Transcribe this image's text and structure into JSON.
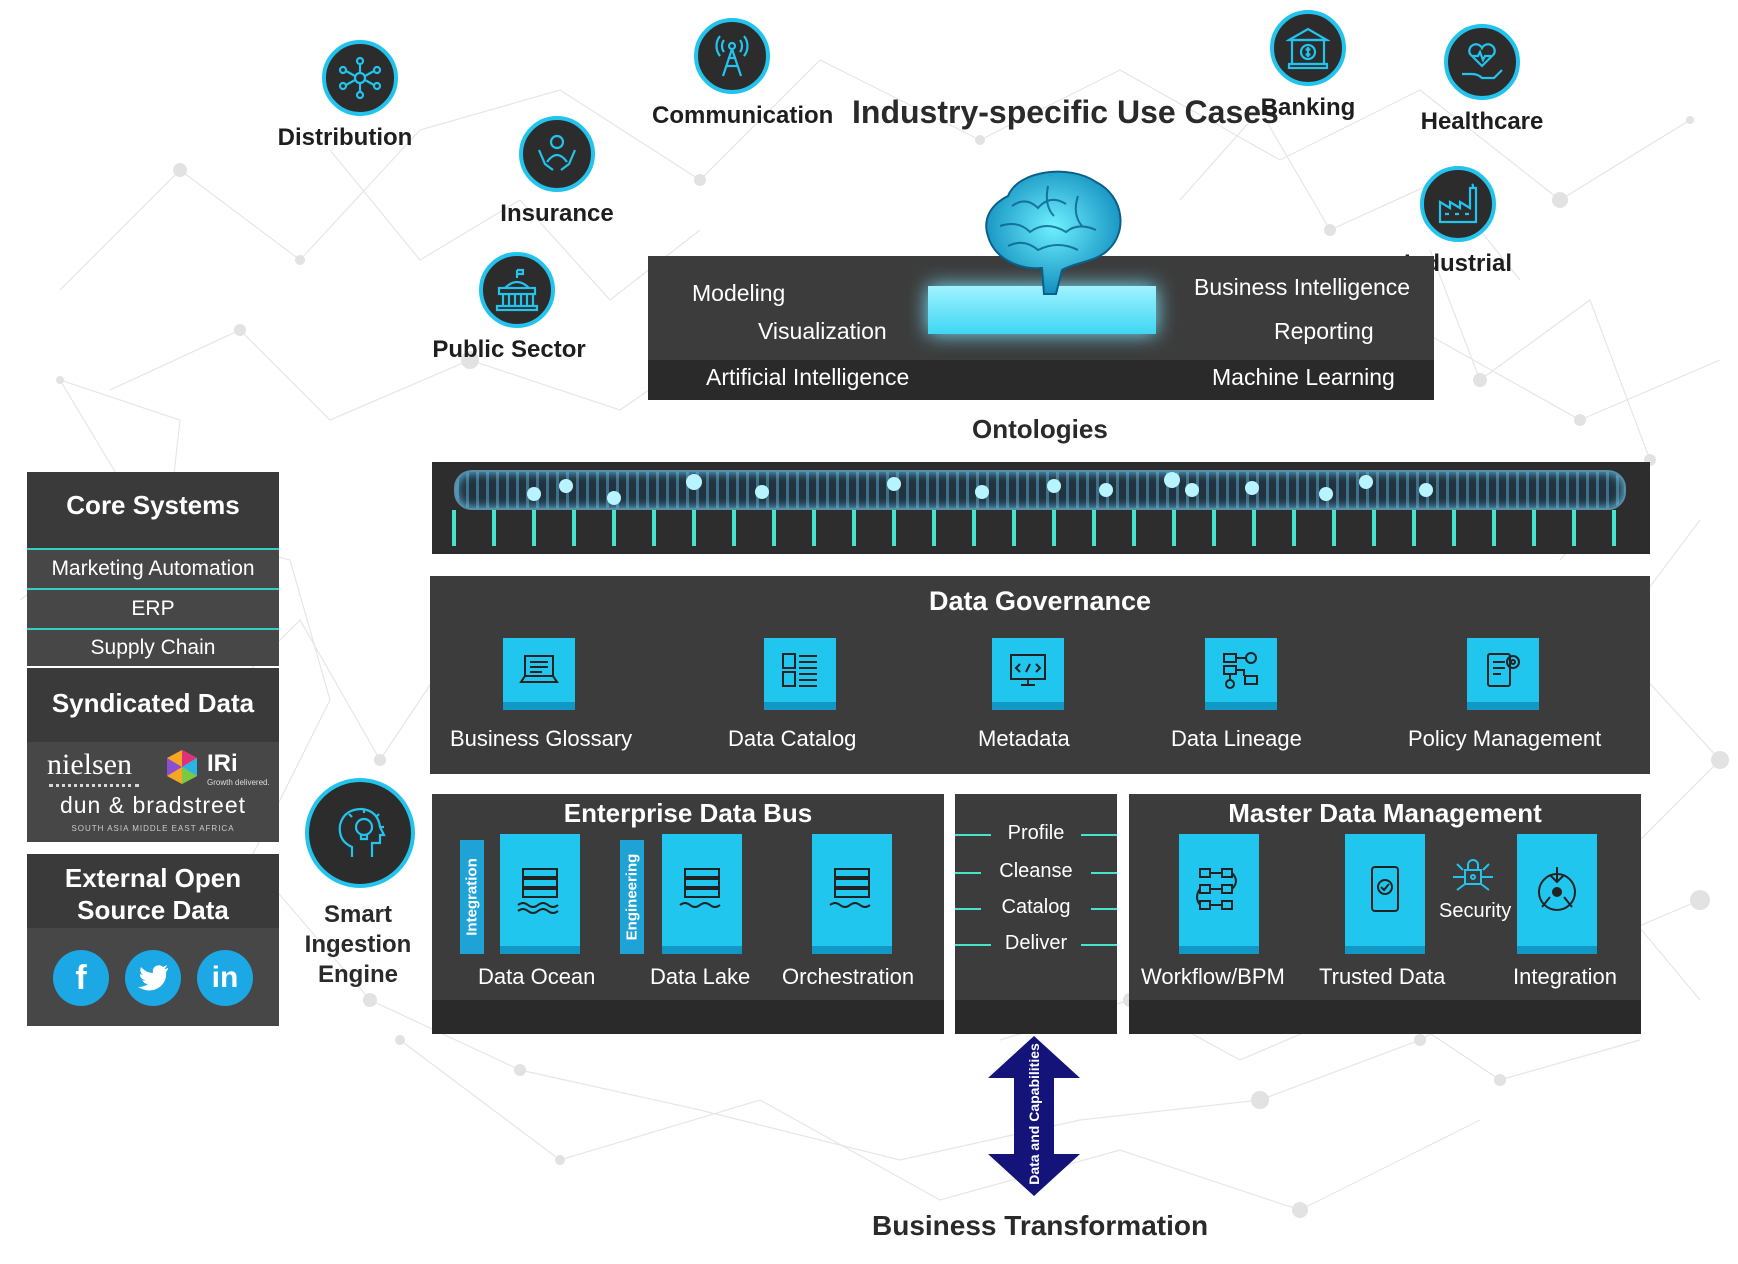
{
  "title": "Industry-specific Use Cases",
  "industries": [
    {
      "label": "Distribution",
      "icon": "network-nodes-icon"
    },
    {
      "label": "Communication",
      "icon": "radio-tower-icon"
    },
    {
      "label": "Insurance",
      "icon": "hands-person-icon"
    },
    {
      "label": "Public Sector",
      "icon": "government-building-icon"
    },
    {
      "label": "Banking",
      "icon": "bank-icon"
    },
    {
      "label": "Healthcare",
      "icon": "heart-hand-icon"
    },
    {
      "label": "Industrial",
      "icon": "factory-icon"
    }
  ],
  "analytics": {
    "modeling": "Modeling",
    "visualization": "Visualization",
    "business_intelligence": "Business Intelligence",
    "reporting": "Reporting",
    "artificial_intelligence": "Artificial Intelligence",
    "machine_learning": "Machine Learning"
  },
  "ontologies": "Ontologies",
  "governance": {
    "title": "Data Governance",
    "items": [
      "Business Glossary",
      "Data Catalog",
      "Metadata",
      "Data Lineage",
      "Policy Management"
    ]
  },
  "edb": {
    "title": "Enterprise Data Bus",
    "integration_bar": "Integration",
    "engineering_bar": "Engineering",
    "items": [
      "Data Ocean",
      "Data Lake",
      "Orchestration"
    ]
  },
  "dq": {
    "items": [
      "Profile",
      "Cleanse",
      "Catalog",
      "Deliver"
    ]
  },
  "mdm": {
    "title": "Master Data Management",
    "items": [
      "Workflow/BPM",
      "Trusted Data",
      "Integration"
    ],
    "security": "Security"
  },
  "ingestion": {
    "lines": [
      "Smart",
      "Ingestion",
      "Engine"
    ]
  },
  "sidebar": {
    "core": {
      "title": "Core Systems",
      "items": [
        "Marketing Automation",
        "ERP",
        "Supply Chain"
      ]
    },
    "syndicated": {
      "title": "Syndicated Data",
      "nielsen": "nielsen",
      "iri": "IRi",
      "iri_tag": "Growth delivered.",
      "dnb": "dun & bradstreet",
      "dnb_sub": "SOUTH ASIA MIDDLE EAST AFRICA"
    },
    "external": {
      "title_line1": "External Open",
      "title_line2": "Source Data",
      "socials": [
        "facebook-icon",
        "twitter-icon",
        "linkedin-icon"
      ]
    }
  },
  "arrow_label": "Data and Capabilities",
  "footer": "Business Transformation",
  "colors": {
    "accent": "#22c4ee",
    "panel": "#3c3c3c",
    "teal": "#46e4cb",
    "arrow": "#13137a"
  }
}
